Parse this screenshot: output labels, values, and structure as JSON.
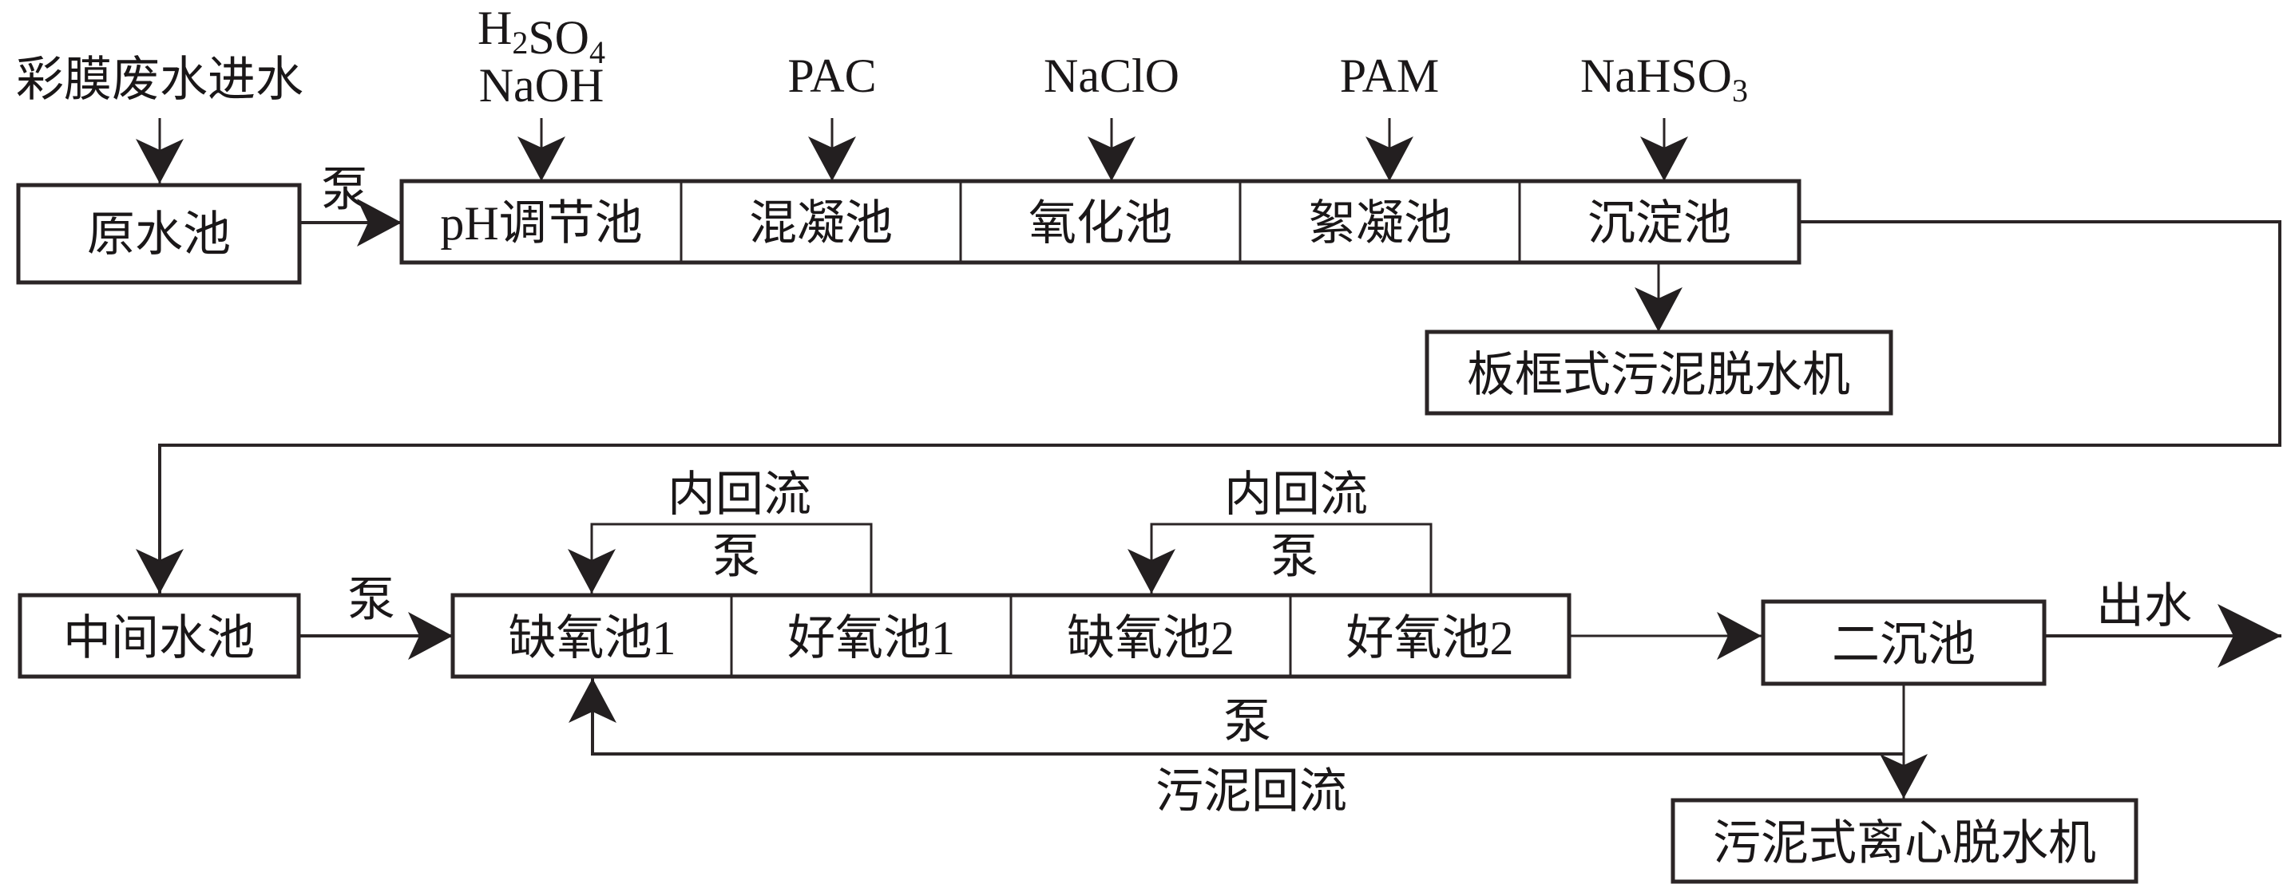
{
  "diagram": {
    "type": "process-flow",
    "inlet_label": "彩膜废水进水",
    "outlet_label": "出水",
    "pump_label": "泵",
    "stage1": {
      "raw_tank": "原水池",
      "units": [
        "pH调节池",
        "混凝池",
        "氧化池",
        "絮凝池",
        "沉淀池"
      ],
      "dosing": [
        {
          "unit": "pH调节池",
          "chemicals": [
            {
              "parts": [
                {
                  "t": "H"
                },
                {
                  "t": "2",
                  "sub": true
                },
                {
                  "t": "SO"
                },
                {
                  "t": "4",
                  "sub": true
                }
              ]
            },
            {
              "parts": [
                {
                  "t": "NaOH"
                }
              ]
            }
          ]
        },
        {
          "unit": "混凝池",
          "chemicals": [
            {
              "parts": [
                {
                  "t": "PAC"
                }
              ]
            }
          ]
        },
        {
          "unit": "氧化池",
          "chemicals": [
            {
              "parts": [
                {
                  "t": "NaClO"
                }
              ]
            }
          ]
        },
        {
          "unit": "絮凝池",
          "chemicals": [
            {
              "parts": [
                {
                  "t": "PAM"
                }
              ]
            }
          ]
        },
        {
          "unit": "沉淀池",
          "chemicals": [
            {
              "parts": [
                {
                  "t": "NaHSO"
                },
                {
                  "t": "3",
                  "sub": true
                }
              ]
            }
          ]
        }
      ],
      "sludge_unit": "板框式污泥脱水机"
    },
    "stage2": {
      "intermediate_tank": "中间水池",
      "bio_units": [
        "缺氧池1",
        "好氧池1",
        "缺氧池2",
        "好氧池2"
      ],
      "internal_recycle_label": "内回流",
      "secondary_clarifier": "二沉池",
      "sludge_return_label": "污泥回流",
      "sludge_unit": "污泥式离心脱水机"
    }
  },
  "colors": {
    "stroke": "#2b2526",
    "text": "#1a1718",
    "background": "#ffffff"
  }
}
